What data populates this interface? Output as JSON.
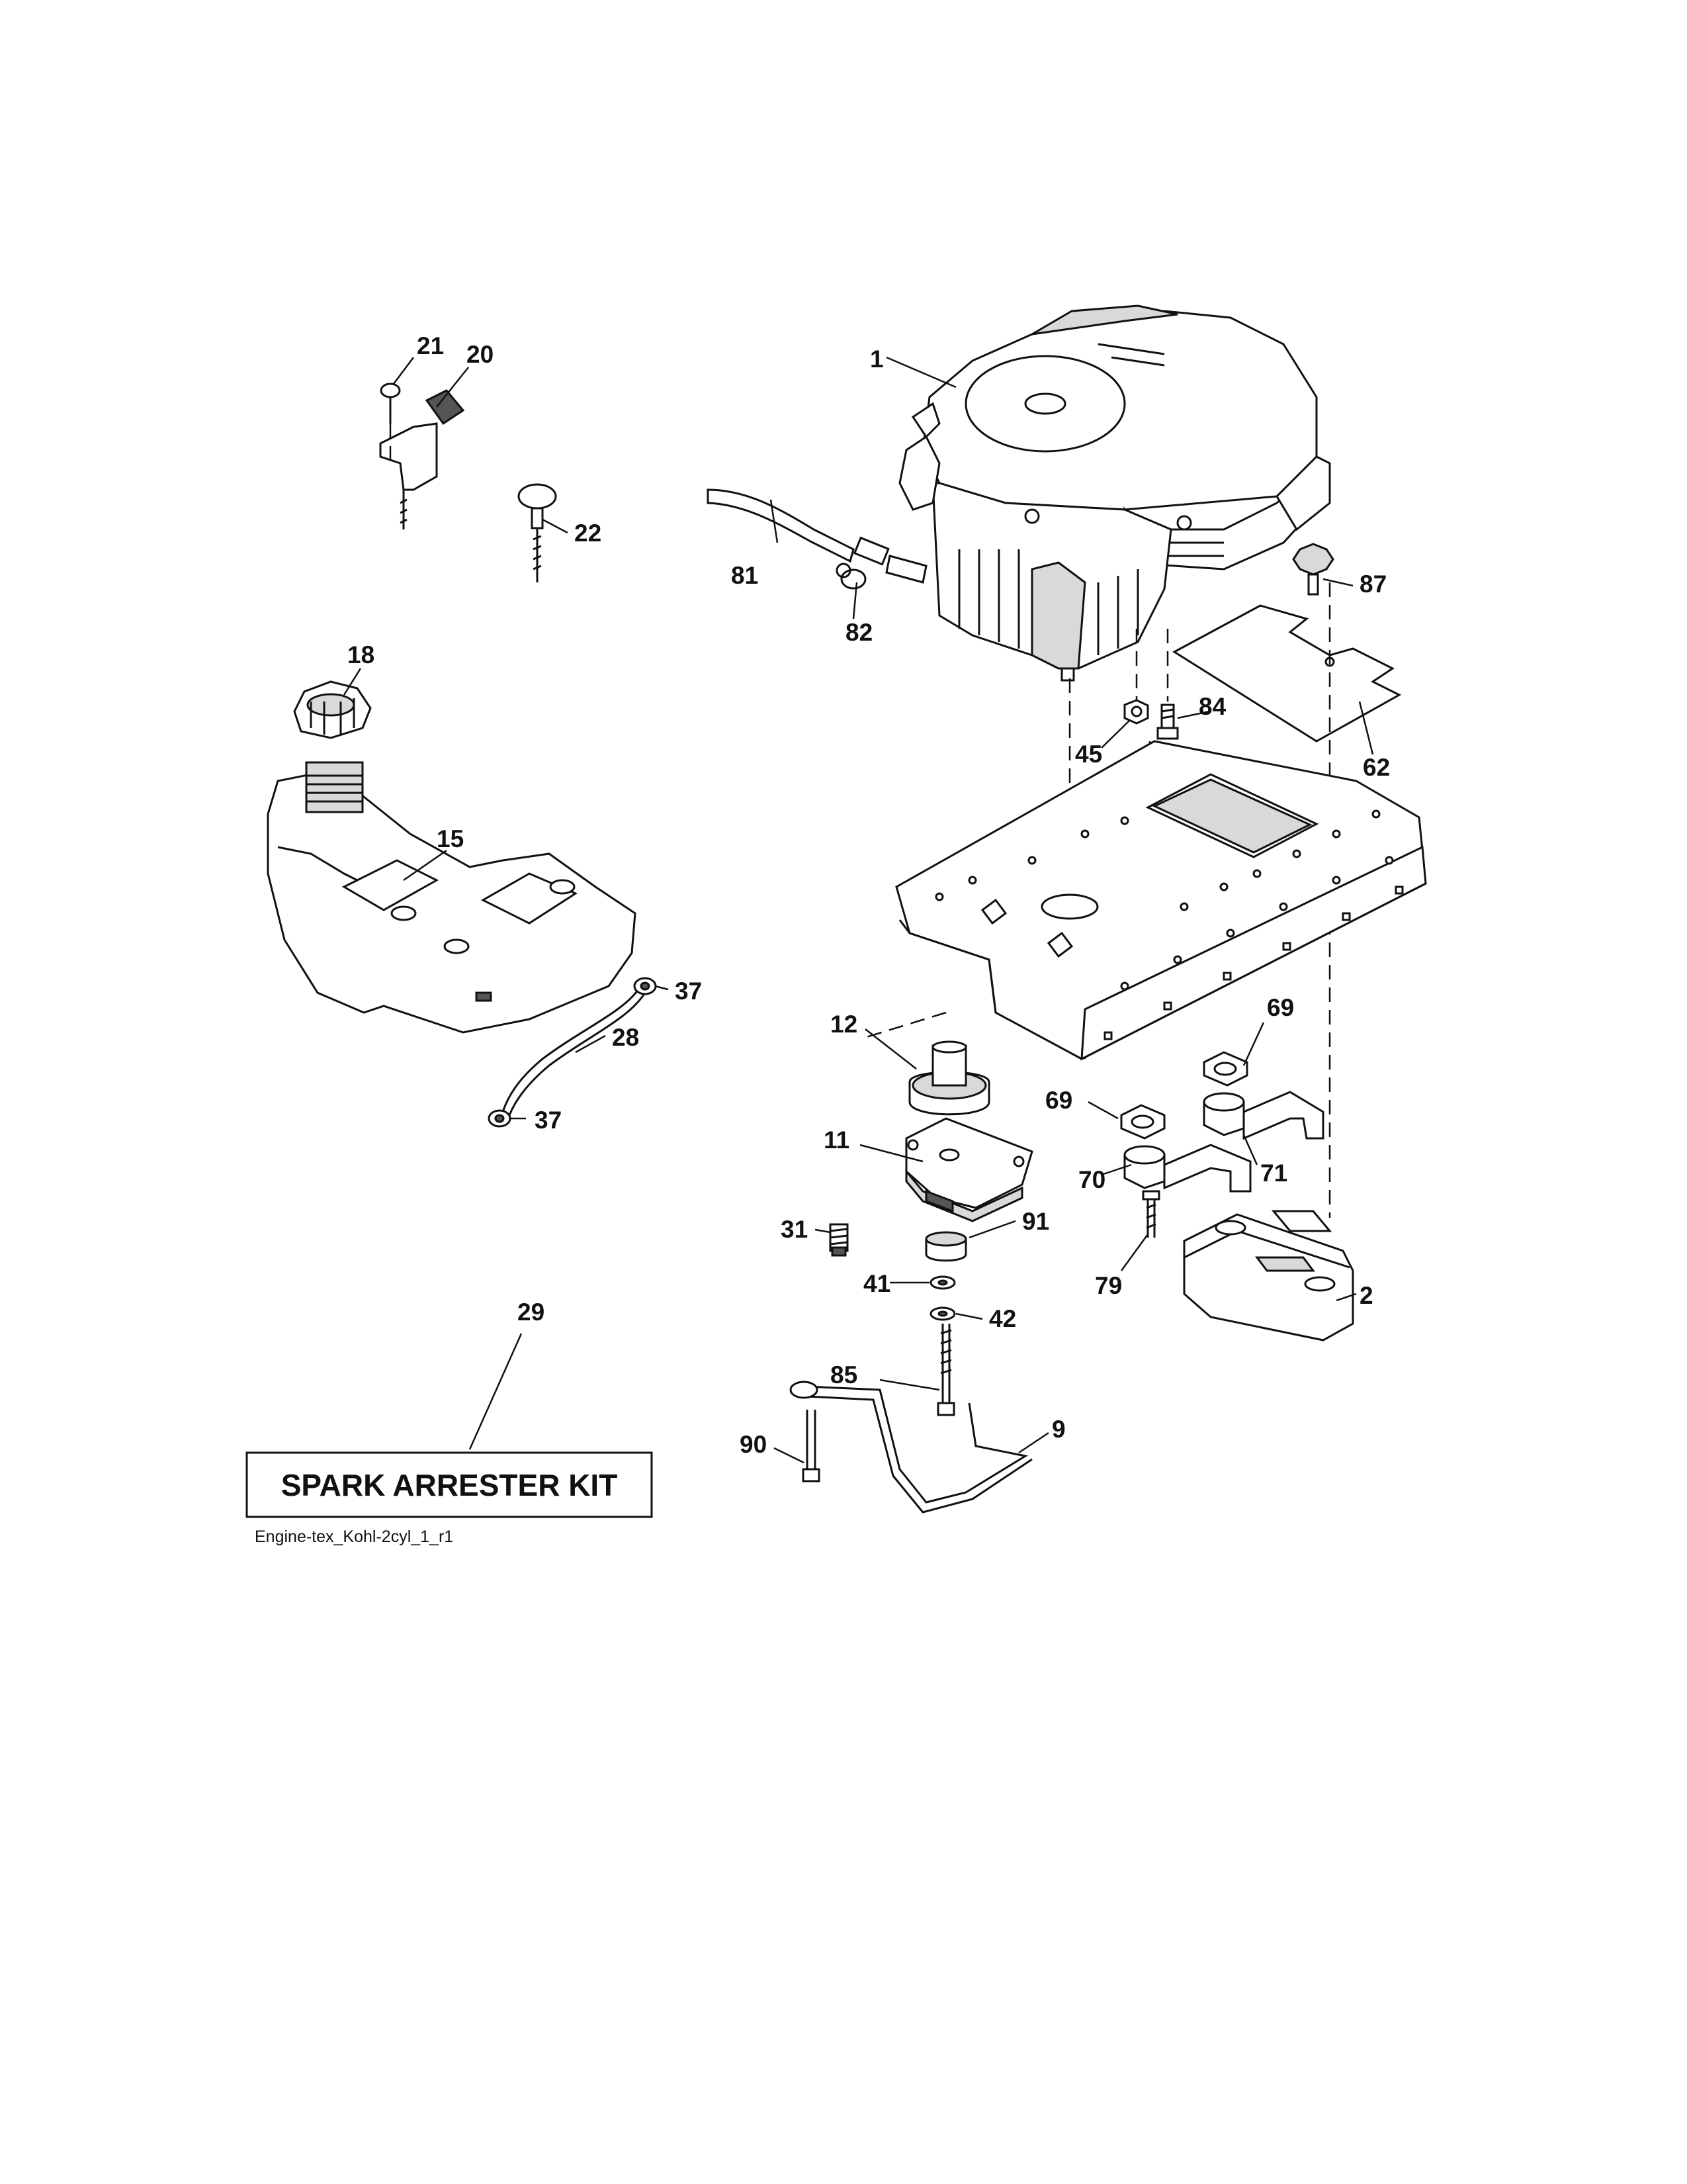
{
  "document": {
    "caption": "Engine-tex_Kohl-2cyl_1_r1",
    "kit_box_label": "SPARK ARRESTER KIT"
  },
  "callouts": [
    {
      "id": "c1",
      "text": "1"
    },
    {
      "id": "c2",
      "text": "2"
    },
    {
      "id": "c9",
      "text": "9"
    },
    {
      "id": "c11",
      "text": "11"
    },
    {
      "id": "c12",
      "text": "12"
    },
    {
      "id": "c15",
      "text": "15"
    },
    {
      "id": "c18",
      "text": "18"
    },
    {
      "id": "c20",
      "text": "20"
    },
    {
      "id": "c21",
      "text": "21"
    },
    {
      "id": "c22",
      "text": "22"
    },
    {
      "id": "c28",
      "text": "28"
    },
    {
      "id": "c29",
      "text": "29"
    },
    {
      "id": "c31",
      "text": "31"
    },
    {
      "id": "c37a",
      "text": "37"
    },
    {
      "id": "c37b",
      "text": "37"
    },
    {
      "id": "c41",
      "text": "41"
    },
    {
      "id": "c42",
      "text": "42"
    },
    {
      "id": "c45",
      "text": "45"
    },
    {
      "id": "c62",
      "text": "62"
    },
    {
      "id": "c69a",
      "text": "69"
    },
    {
      "id": "c69b",
      "text": "69"
    },
    {
      "id": "c70",
      "text": "70"
    },
    {
      "id": "c71",
      "text": "71"
    },
    {
      "id": "c79",
      "text": "79"
    },
    {
      "id": "c81",
      "text": "81"
    },
    {
      "id": "c82",
      "text": "82"
    },
    {
      "id": "c84",
      "text": "84"
    },
    {
      "id": "c85",
      "text": "85"
    },
    {
      "id": "c87",
      "text": "87"
    },
    {
      "id": "c90",
      "text": "90"
    },
    {
      "id": "c91",
      "text": "91"
    }
  ]
}
